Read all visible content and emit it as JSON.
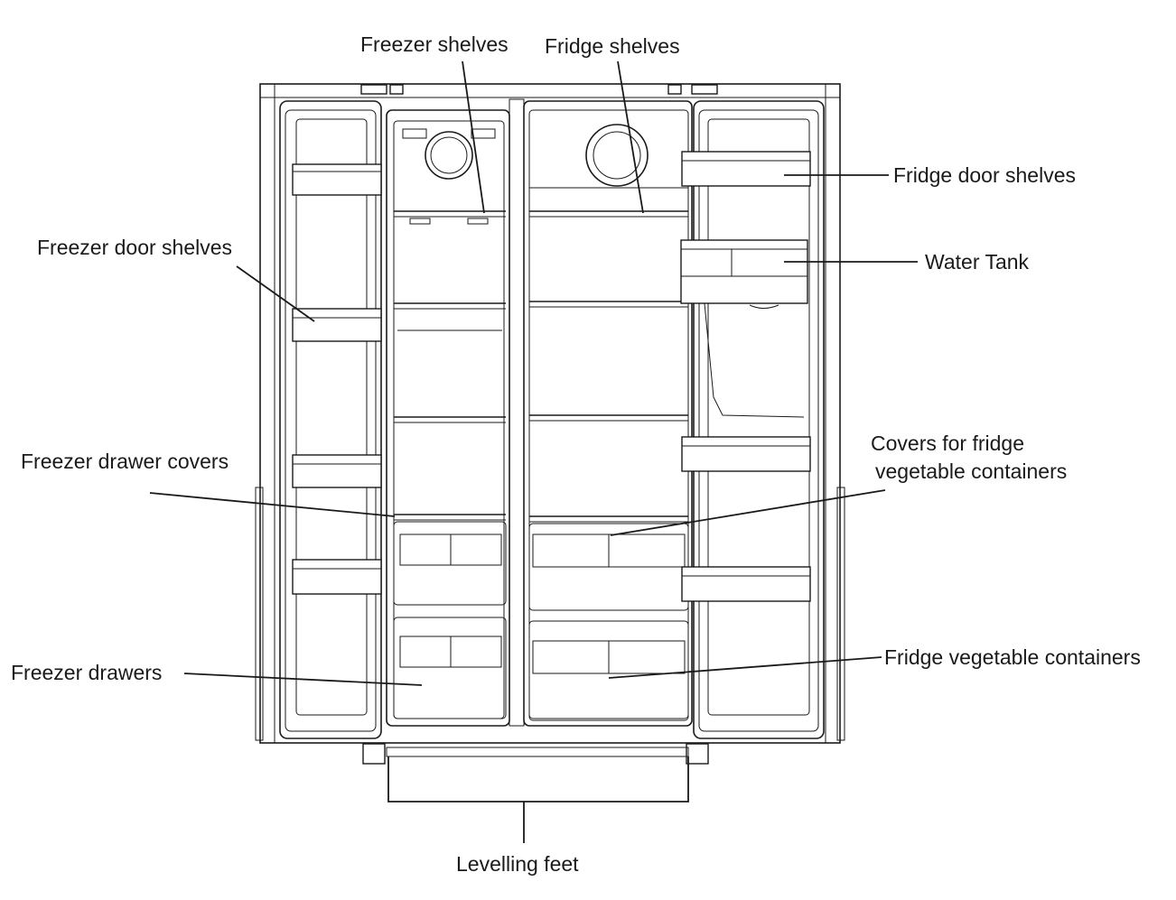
{
  "labels": {
    "freezer_shelves": "Freezer shelves",
    "fridge_shelves": "Fridge shelves",
    "fridge_door_shelves": "Fridge door shelves",
    "freezer_door_shelves": "Freezer door shelves",
    "water_tank": "Water Tank",
    "freezer_drawer_covers": "Freezer drawer covers",
    "covers_fridge_veg_line1": "Covers for fridge",
    "covers_fridge_veg_line2": "vegetable containers",
    "freezer_drawers": "Freezer drawers",
    "fridge_vegetable_containers": "Fridge vegetable containers",
    "levelling_feet": "Levelling feet"
  }
}
